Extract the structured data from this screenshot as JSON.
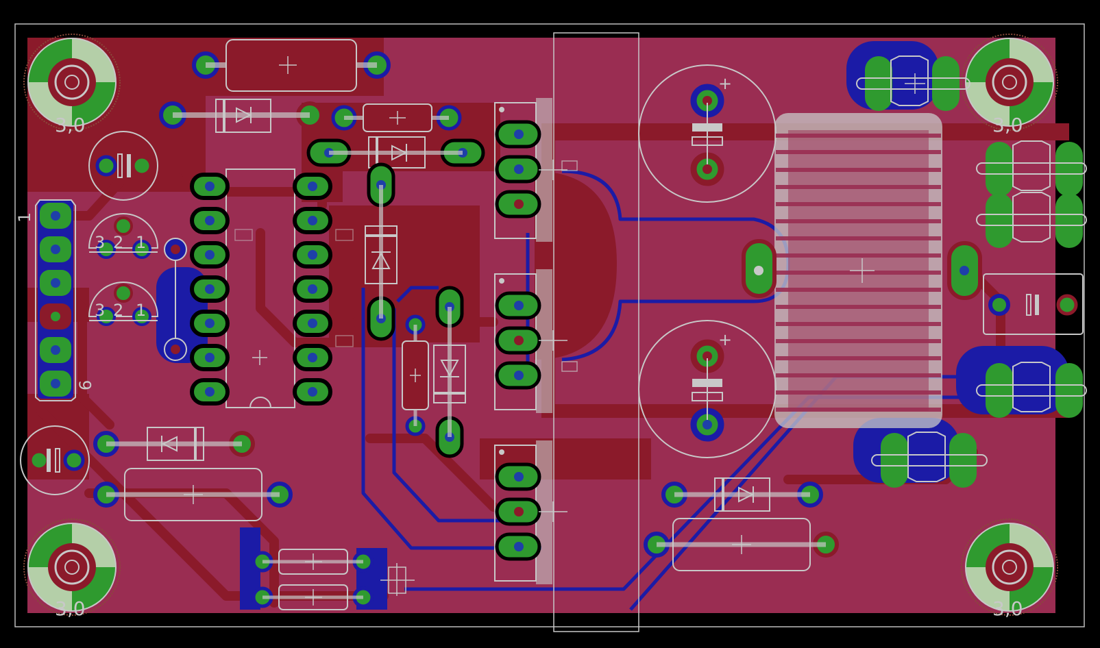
{
  "title": "PCB board layout view",
  "colors": {
    "background": "#000000",
    "top_copper": "#8b1a2a",
    "bottom_copper": "#1b1ba6",
    "pour": "#9a2d52",
    "pad": "#2f9a2f",
    "hole": "#1e3fa8",
    "silkscreen": "#c8c8c8",
    "outline": "#d9d9d9"
  },
  "mounting_holes": [
    {
      "label": "3,0"
    },
    {
      "label": "3,0"
    },
    {
      "label": "3,0"
    },
    {
      "label": "3,0"
    }
  ],
  "connector": {
    "pin_first": "1",
    "pin_last": "6"
  },
  "transistors": [
    {
      "pins": [
        "3",
        "2",
        "1"
      ]
    },
    {
      "pins": [
        "3",
        "2",
        "1"
      ]
    }
  ],
  "cap_polarity": "+"
}
